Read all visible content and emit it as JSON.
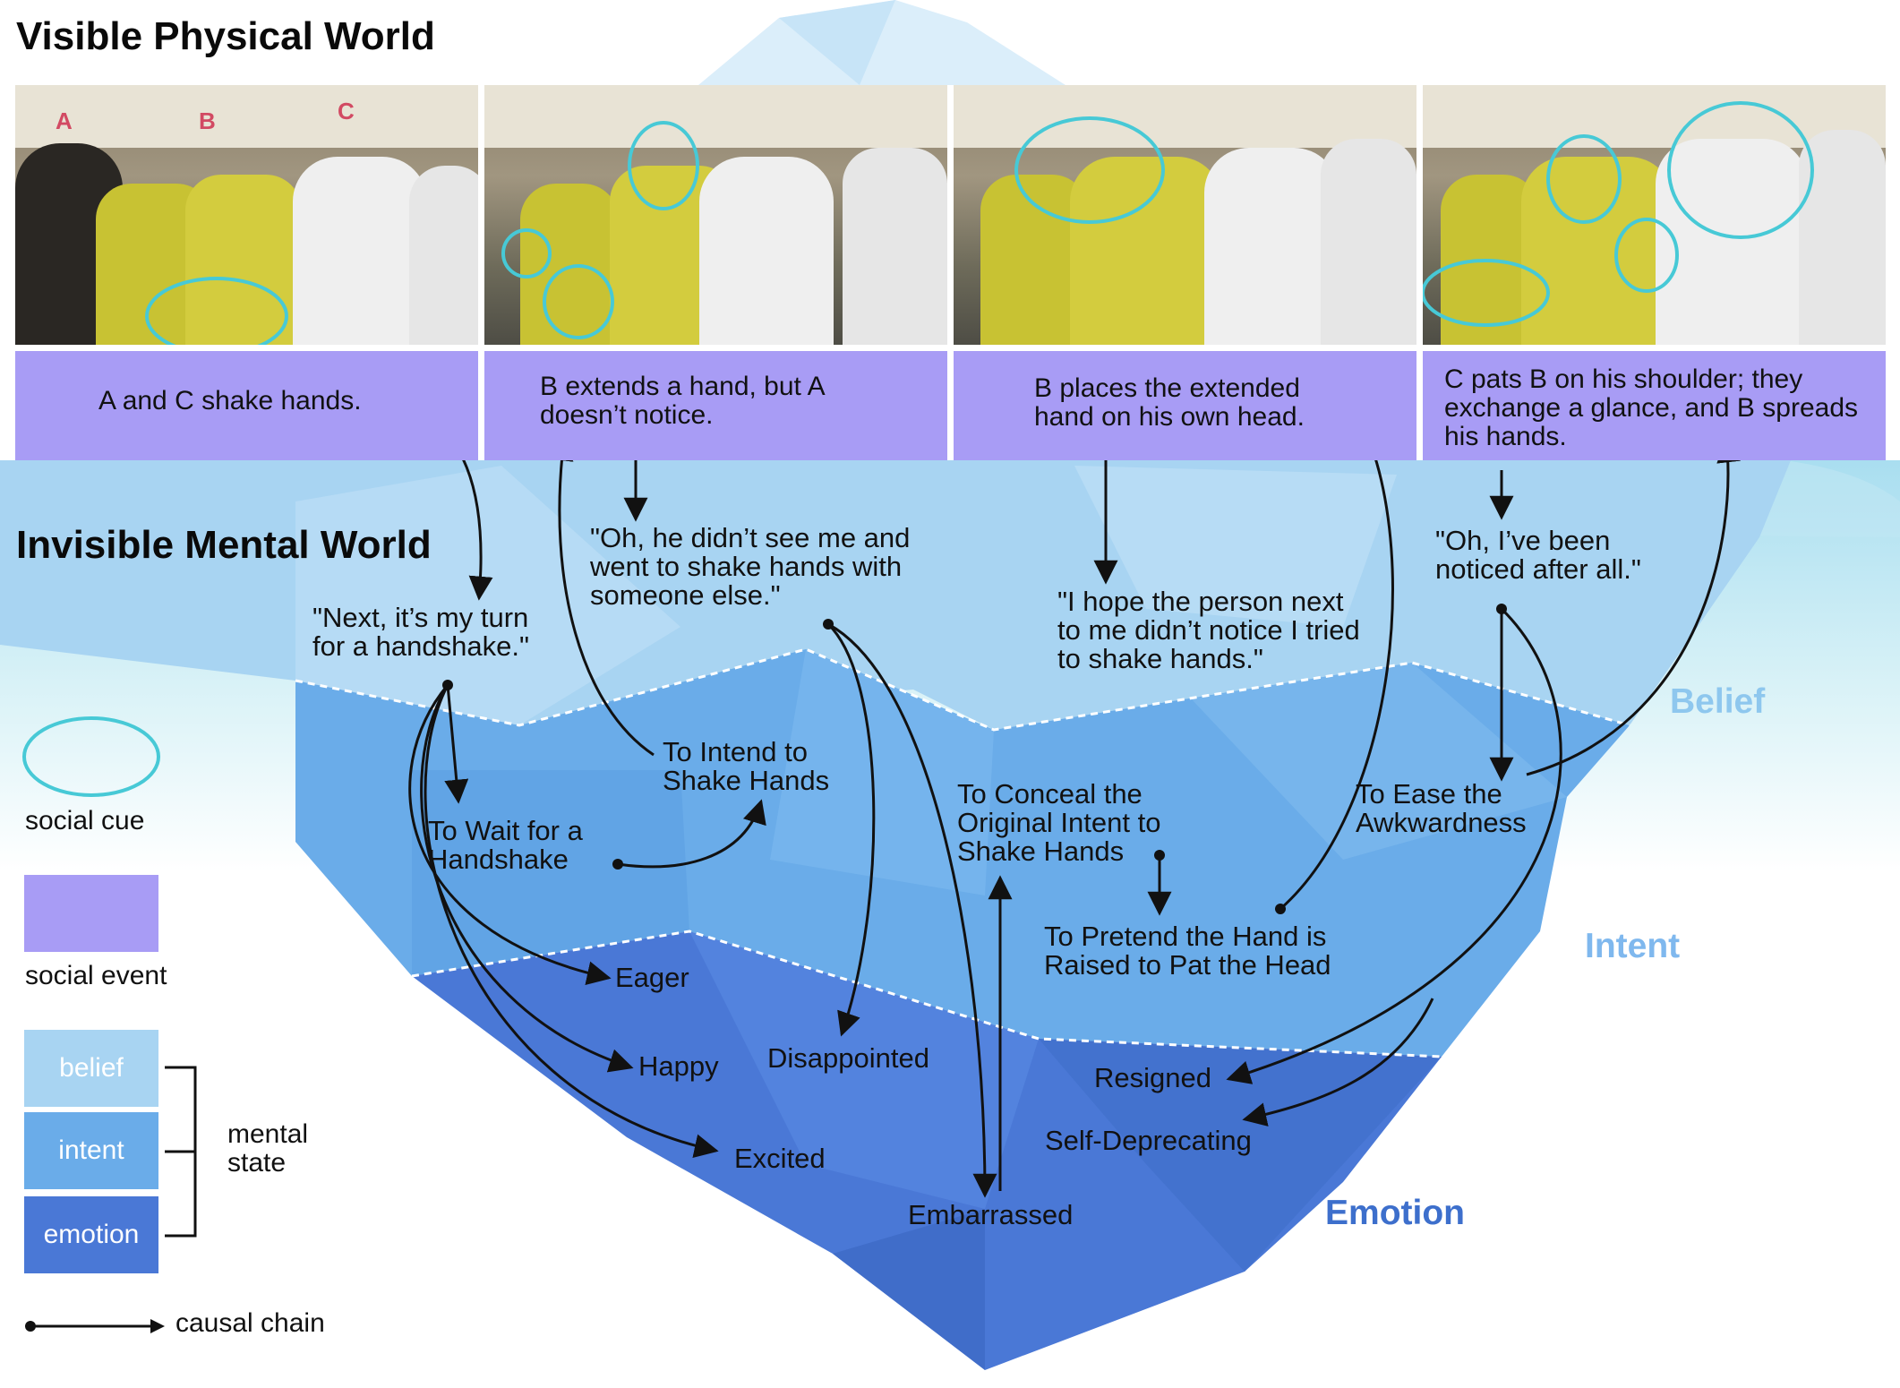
{
  "titles": {
    "physical": "Visible Physical World",
    "mental": "Invisible Mental World"
  },
  "people_labels": [
    "A",
    "B",
    "C"
  ],
  "social_events": [
    "A and C shake hands.",
    "B extends a hand, but A doesn’t notice.",
    "B places the extended hand on his own head.",
    "C pats B on his shoulder; they exchange a glance, and  B spreads his hands."
  ],
  "beliefs": {
    "b1": "\"Next, it’s my turn for a handshake.\"",
    "b2": "\"Oh, he didn’t see me and went to shake hands with someone else.\"",
    "b3": "\"I hope the person next to me didn’t notice I tried to shake hands.\"",
    "b4": "\"Oh, I’ve been noticed after all.\""
  },
  "intents": {
    "i1": "To Wait for a Handshake",
    "i2": "To Intend to Shake Hands",
    "i3": "To Conceal the Original Intent to Shake Hands",
    "i4": "To Pretend the Hand is Raised to Pat the Head",
    "i5": "To Ease the Awkwardness"
  },
  "emotions": {
    "e1": "Eager",
    "e2": "Happy",
    "e3": "Excited",
    "e4": "Disappointed",
    "e5": "Embarrassed",
    "e6": "Resigned",
    "e7": "Self-Deprecating"
  },
  "levels": {
    "belief": "Belief",
    "intent": "Intent",
    "emotion": "Emotion"
  },
  "legend": {
    "social_cue": "social cue",
    "social_event": "social event",
    "belief": "belief",
    "intent": "intent",
    "emotion": "emotion",
    "mental_state": "mental state",
    "causal_chain": "causal chain"
  },
  "colors": {
    "social_event": "#a89cf5",
    "cue": "#47c9d6",
    "belief": "#a8d4f2",
    "intent": "#6aace9",
    "emotion": "#4a78d6",
    "belief_label": "#8ec7ee",
    "intent_label": "#7fb8ee",
    "emotion_label": "#3d6fcc",
    "water": "#c8ecf4"
  }
}
